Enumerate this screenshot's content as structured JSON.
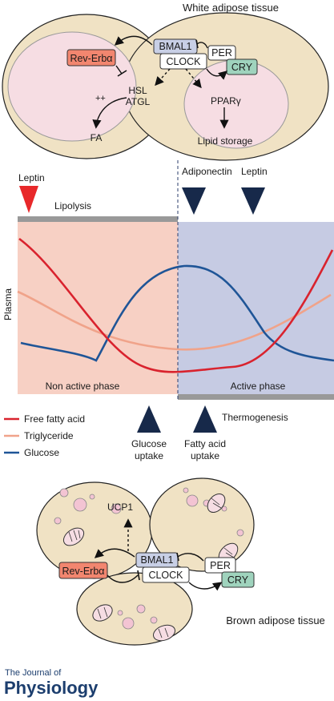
{
  "figure": {
    "white_adipose": {
      "title": "White adipose tissue",
      "bmal1": "BMAL1",
      "clock": "CLOCK",
      "per": "PER",
      "cry": "CRY",
      "reverb": "Rev-Erbα",
      "hsl": "HSL",
      "atgl": "ATGL",
      "plus": "++",
      "fa": "FA",
      "ppar": "PPARγ",
      "lipid": "Lipid storage"
    },
    "plasma": {
      "leptin_left": "Leptin",
      "lipolysis": "Lipolysis",
      "adiponectin": "Adiponectin",
      "leptin_right": "Leptin",
      "ylabel": "Plasma",
      "non_active": "Non active phase",
      "active": "Active phase",
      "thermogenesis": "Thermogenesis",
      "glucose_uptake_1": "Glucose",
      "glucose_uptake_2": "uptake",
      "fa_uptake_1": "Fatty acid",
      "fa_uptake_2": "uptake"
    },
    "legend": [
      {
        "label": "Free fatty acid",
        "color": "#d9232e"
      },
      {
        "label": "Triglyceride",
        "color": "#f0a38a"
      },
      {
        "label": "Glucose",
        "color": "#1f5597"
      }
    ],
    "brown_adipose": {
      "title": "Brown adipose tissue",
      "ucp1": "UCP1",
      "bmal1": "BMAL1",
      "clock": "CLOCK",
      "per": "PER",
      "cry": "CRY",
      "reverb": "Rev-Erbα"
    },
    "journal": {
      "line1": "The Journal of",
      "line2": "Physiology"
    }
  },
  "colors": {
    "non_active_bg": "#f7d0c4",
    "active_bg": "#c6cbe3",
    "fat_cell": "#f0e2c4",
    "nucleus": "#f6dde3"
  }
}
